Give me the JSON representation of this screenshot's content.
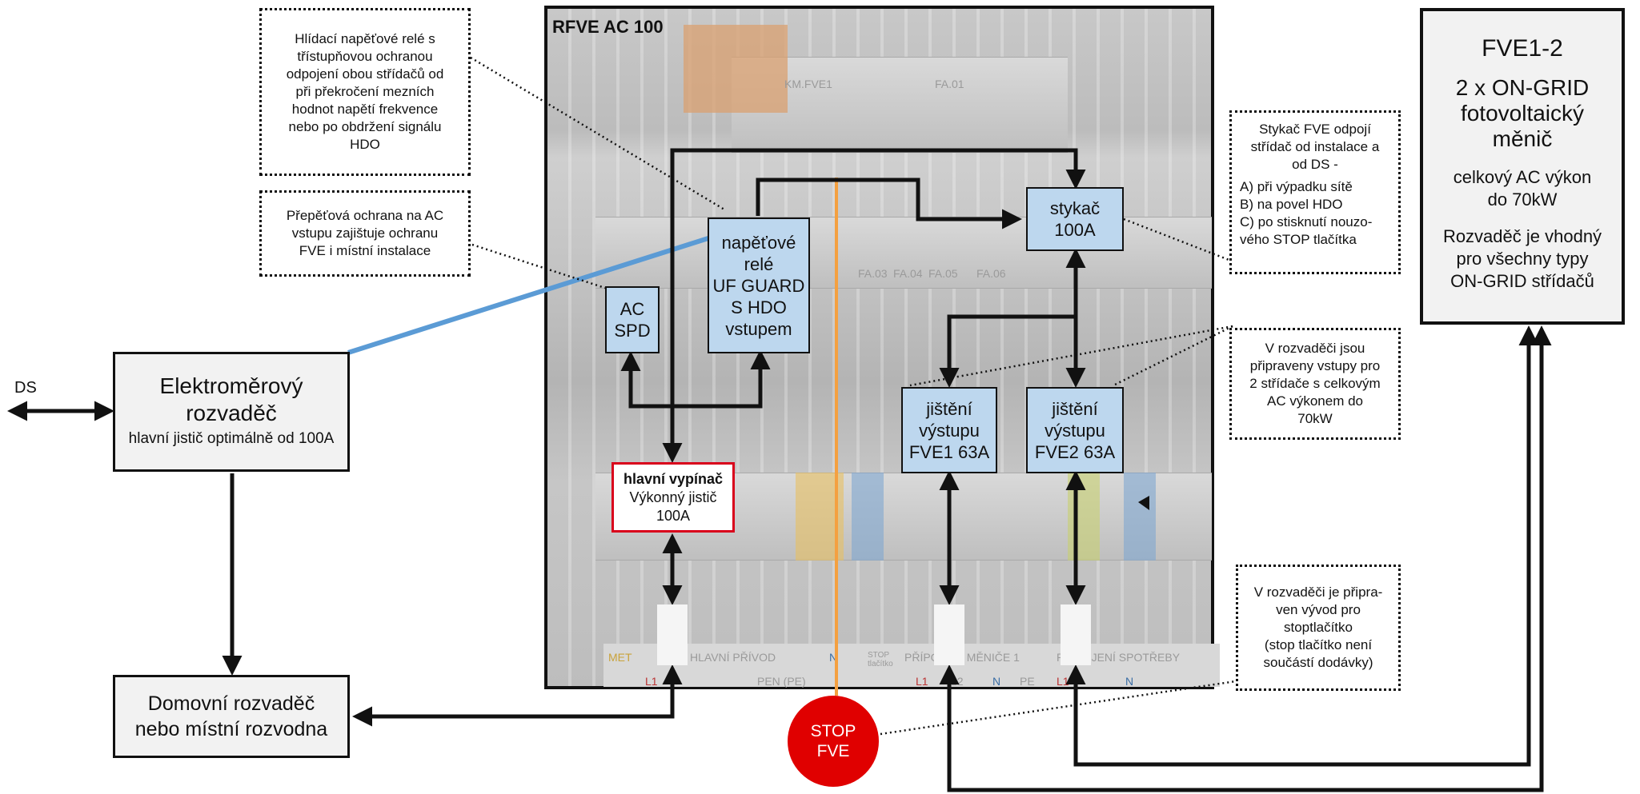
{
  "cabinet": {
    "title": "RFVE AC 100",
    "photo_labels": {
      "km": "KM.FVE1",
      "fa01": "FA.01",
      "fa03": "FA.03",
      "fa04": "FA.04",
      "fa05": "FA.05",
      "fa06": "FA.06",
      "met": "MET",
      "hlavni": "HLAVNÍ PŘÍVOD",
      "menice": "PŘÍPOJENÍ MĚNIČE 1",
      "spotreby": "PŘIPOJENÍ SPOTŘEBY",
      "stop_small": "STOP tlačítko",
      "l1a": "L1",
      "l1b": "L1",
      "l1c": "L1",
      "pena": "PEN (PE)",
      "na": "N",
      "nb": "N",
      "nc": "N",
      "pe": "PE",
      "l2": "L2"
    }
  },
  "notes": {
    "relay_note": [
      "Hlídací napěťové relé s",
      "třístupňovou ochranou",
      "odpojení obou střídačů od",
      "při  překročení mezních",
      "hodnot napětí frekvence",
      "nebo po obdržení signálu",
      "HDO"
    ],
    "spd_note": [
      "Přepěťová  ochrana na AC",
      "vstupu zajištuje ochranu",
      "FVE i místní instalace"
    ],
    "contactor_note": [
      "Stykač FVE odpojí",
      "střídač od instalace a",
      "od DS -",
      "A) při výpadku sítě",
      "B) na povel HDO",
      "C) po  stisknutí nouzo-",
      "vého STOP tlačítka"
    ],
    "inputs_note": [
      "V rozvaděči jsou",
      "připraveny vstupy pro",
      "2 střídače s celkovým",
      "AC výkonem  do",
      "70kW"
    ],
    "stop_note": [
      "V rozvaděči je připra-",
      "ven vývod pro",
      "stoptlačítko",
      "(stop tlačítko není",
      "součástí dodávky)"
    ]
  },
  "components": {
    "ac_spd": [
      "AC",
      "SPD"
    ],
    "relay": [
      "napěťové",
      "relé",
      "UF GUARD",
      "S HDO",
      "vstupem"
    ],
    "contactor": [
      "stykač",
      "100A"
    ],
    "fuse1": [
      "jištění",
      "výstupu",
      "FVE1 63A"
    ],
    "fuse2": [
      "jištění",
      "výstupu",
      "FVE2 63A"
    ],
    "main_switch": {
      "title": "hlavní vypínač",
      "line1": "Výkonný jistič",
      "line2": "100A"
    }
  },
  "external": {
    "ds_label": "DS",
    "meter": {
      "title_line1": "Elektroměrový",
      "title_line2": "rozvaděč",
      "subtitle": "hlavní jistič optimálně od 100A"
    },
    "home": {
      "line1": "Domovní rozvaděč",
      "line2": "nebo místní rozvodna"
    },
    "stop_button": {
      "line1": "STOP",
      "line2": "FVE"
    },
    "fve": {
      "title": "FVE1-2",
      "line1": "2 x ON-GRID",
      "line2": "fotovoltaický",
      "line3": "měnič",
      "power1": "celkový AC výkon",
      "power2": "do 70kW",
      "note1": "Rozvaděč je vhodný",
      "note2": "pro všechny typy",
      "note3": "ON-GRID střídačů"
    }
  },
  "colors": {
    "box_blue": "#bdd7ee",
    "grey_box": "#f2f2f2",
    "stop_red": "#e00000",
    "orange_line": "#f4a040",
    "blue_line": "#5b9bd5",
    "main_switch_border": "#d9001b"
  }
}
